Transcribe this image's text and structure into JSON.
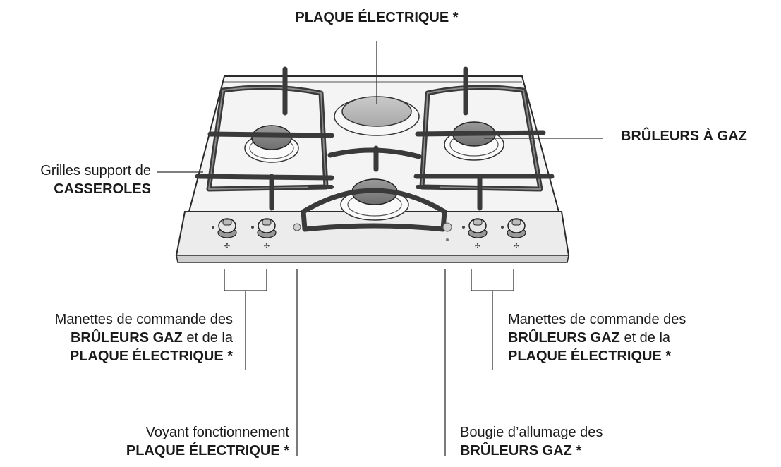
{
  "labels": {
    "top_plate": "PLAQUE ÉLECTRIQUE *",
    "gas_burners": "BRÛLEURS À GAZ",
    "grids": {
      "line1": "Grilles support de",
      "line2": "CASSEROLES"
    },
    "knobs_left": {
      "line1": "Manettes de commande des",
      "line2_bold": "BRÛLEURS GAZ",
      "line2_rest": " et de la",
      "line3": "PLAQUE ÉLECTRIQUE *"
    },
    "knobs_right": {
      "line1": "Manettes de commande des",
      "line2_bold": "BRÛLEURS GAZ",
      "line2_rest": " et de la",
      "line3": "PLAQUE ÉLECTRIQUE *"
    },
    "indicator": {
      "line1": "Voyant fonctionnement",
      "line2": "PLAQUE ÉLECTRIQUE *"
    },
    "spark_plug": {
      "line1": "Bougie d’allumage des",
      "line2": "BRÛLEURS GAZ *"
    }
  }
}
